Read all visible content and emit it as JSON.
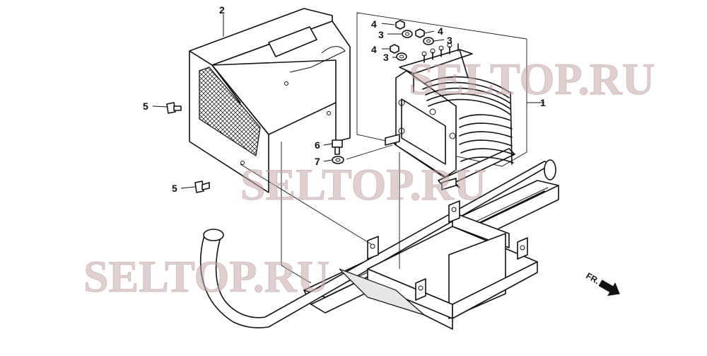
{
  "diagram": {
    "callouts": [
      {
        "id": "c2",
        "label": "2"
      },
      {
        "id": "c1",
        "label": "1"
      },
      {
        "id": "c4a",
        "label": "4"
      },
      {
        "id": "c3a",
        "label": "3"
      },
      {
        "id": "c4b",
        "label": "4"
      },
      {
        "id": "c3b",
        "label": "3"
      },
      {
        "id": "c4c",
        "label": "4"
      },
      {
        "id": "c3c",
        "label": "3"
      },
      {
        "id": "c5a",
        "label": "5"
      },
      {
        "id": "c5b",
        "label": "5"
      },
      {
        "id": "c6",
        "label": "6"
      },
      {
        "id": "c7",
        "label": "7"
      }
    ],
    "direction_label": "FR.",
    "watermarks": [
      "SELTOP.RU",
      "SELTOP.RU",
      "SELTOP.RU"
    ]
  }
}
